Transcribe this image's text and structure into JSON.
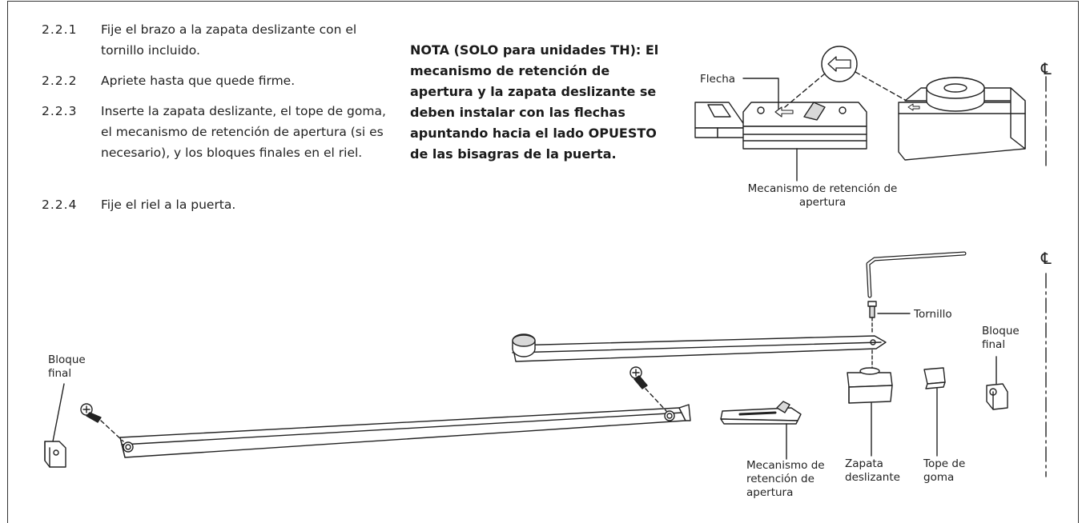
{
  "steps": [
    {
      "num": "2.2.1",
      "text": "Fije el brazo a la zapata deslizante con el tornillo incluido."
    },
    {
      "num": "2.2.2",
      "text": "Apriete hasta que quede firme."
    },
    {
      "num": "2.2.3",
      "text": "Inserte la zapata deslizante, el tope de goma, el mecanismo de retención de apertura (si es necesario), y los bloques finales en el riel."
    },
    {
      "num": "2.2.4",
      "text": "Fije el riel a la puerta."
    }
  ],
  "note": "NOTA (SOLO para unidades TH): El mecanismo de retención de apertura y la zapata deslizante se deben instalar con las flechas apuntando hacia el lado OPUESTO de las bisagras de la puerta.",
  "detail_labels": {
    "flecha": "Flecha",
    "mecanismo": "Mecanismo de retención de apertura",
    "centerline": "℄"
  },
  "main_labels": {
    "bloque_final_left": "Bloque final",
    "bloque_final_right": "Bloque final",
    "tornillo": "Tornillo",
    "mecanismo": "Mecanismo de retención de apertura",
    "zapata": "Zapata deslizante",
    "tope": "Tope de goma",
    "centerline": "℄"
  },
  "colors": {
    "line": "#222222",
    "fill": "#ffffff",
    "shade": "#d9d9d9"
  }
}
